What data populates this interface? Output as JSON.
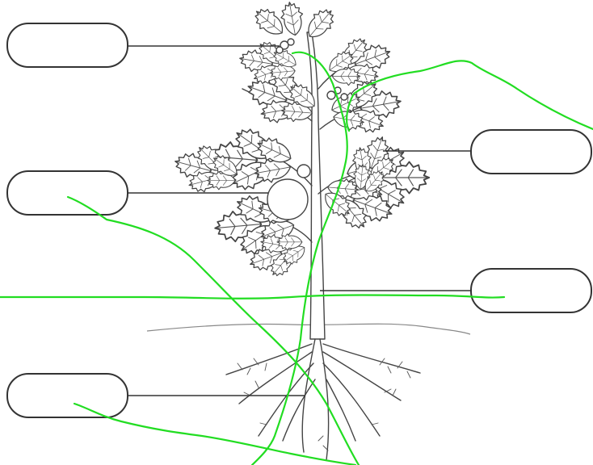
{
  "diagram": {
    "labels": [
      {
        "id": "flower",
        "text": ""
      },
      {
        "id": "fruit",
        "text": ""
      },
      {
        "id": "root",
        "text": ""
      },
      {
        "id": "leaf",
        "text": ""
      },
      {
        "id": "stem",
        "text": ""
      }
    ]
  },
  "colors": {
    "outline": "#333333",
    "plant": "#444444",
    "annotation": "#22dd22"
  },
  "icons": [
    "tomato-plant-illustration"
  ]
}
